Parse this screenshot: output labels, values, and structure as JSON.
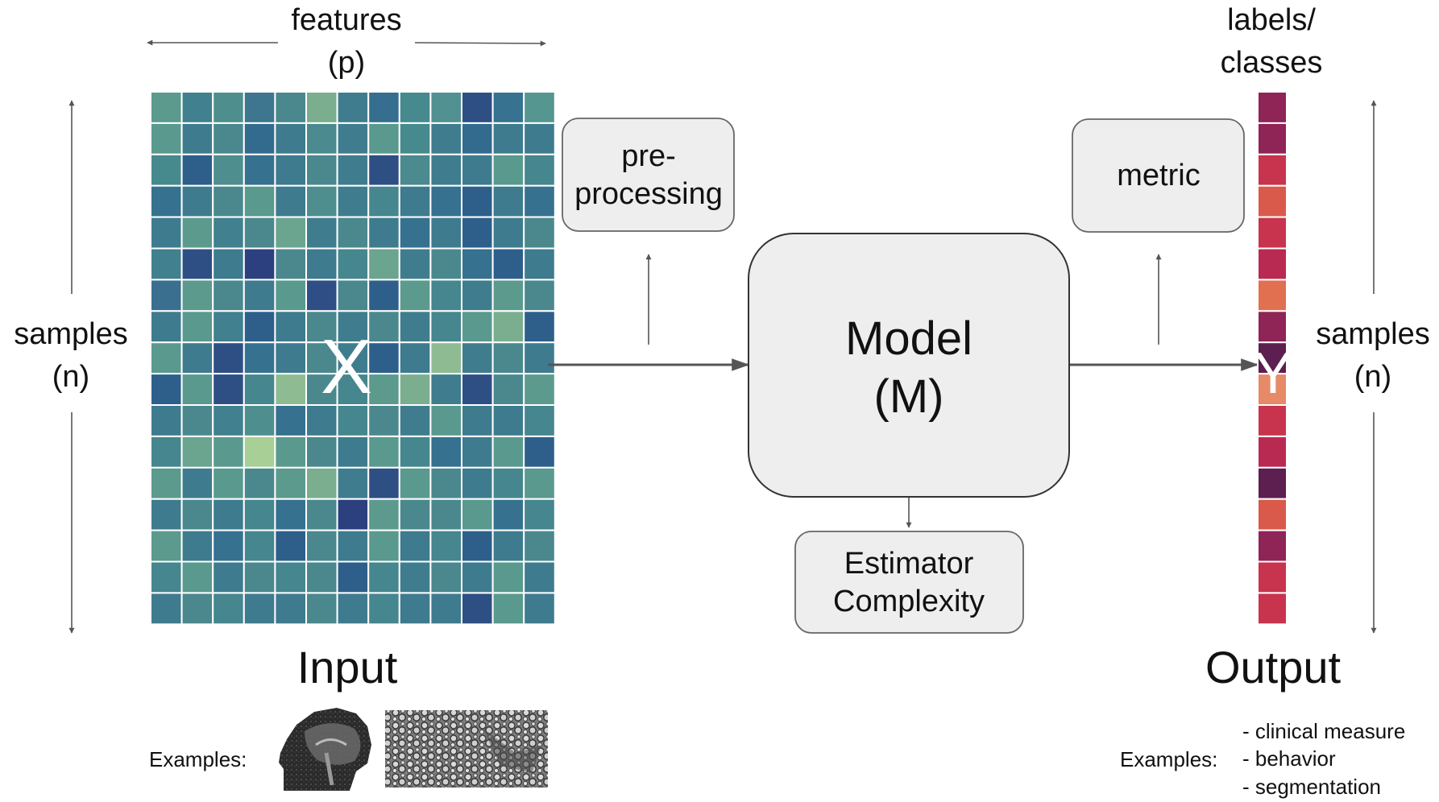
{
  "input_block": {
    "features_line1": "features",
    "features_line2": "(p)",
    "samples_line1": "samples",
    "samples_line2": "(n)",
    "matrix_symbol": "X",
    "title": "Input",
    "examples_label": "Examples:",
    "example_images": [
      "brain-mri-image",
      "tissue-microscopy-image"
    ]
  },
  "preprocessing_box": {
    "line1": "pre-",
    "line2": "processing"
  },
  "model_box": {
    "line1": "Model",
    "line2": "(M)"
  },
  "complexity_box": {
    "line1": "Estimator",
    "line2": "Complexity"
  },
  "metric_box": {
    "label": "metric"
  },
  "output_block": {
    "labels_line1": "labels/",
    "labels_line2": "classes",
    "vector_symbol": "Y",
    "samples_line1": "samples",
    "samples_line2": "(n)",
    "title": "Output",
    "examples_label": "Examples:",
    "examples": [
      "- clinical measure",
      "- behavior",
      "- segmentation"
    ]
  },
  "colors": {
    "arrow": "#555555",
    "box_fill": "#eeeeee",
    "box_stroke": "#666666",
    "x_grid": [
      "#5c9a8d",
      "#41808e",
      "#4e8f8e",
      "#3d768e",
      "#4a888e",
      "#7aae8f",
      "#3f7d8e",
      "#356e8f",
      "#468a8e",
      "#529191",
      "#2e4f84",
      "#377290",
      "#559690",
      "#5a998e",
      "#3e7b8e",
      "#4a888e",
      "#336b8f",
      "#3e7b8e",
      "#4b8a8e",
      "#3f7d8e",
      "#5a998e",
      "#468a8e",
      "#3f7d8e",
      "#336b8f",
      "#3e7b8e",
      "#3e7b8e",
      "#468a8e",
      "#2e5f8b",
      "#4f8e8e",
      "#36718f",
      "#3e7b8e",
      "#4a888e",
      "#3f7d8e",
      "#2e4f84",
      "#4b8a8e",
      "#3f7d8e",
      "#3e7b8e",
      "#5a998e",
      "#46868e",
      "#36718f",
      "#3e7b8e",
      "#4a888e",
      "#5a998e",
      "#3e7b8e",
      "#4f8e8e",
      "#3f7d8e",
      "#46868e",
      "#3e7b8e",
      "#36718f",
      "#2e5f8b",
      "#3e7b8e",
      "#36718f",
      "#3e7b8e",
      "#5c9a8d",
      "#41808e",
      "#4a888e",
      "#6ba48f",
      "#3f7d8e",
      "#4a888e",
      "#3e7b8e",
      "#36718f",
      "#3e7b8e",
      "#2e5f8b",
      "#3e7b8e",
      "#4a888e",
      "#41808e",
      "#2e4f84",
      "#3e7b8e",
      "#2c3f7e",
      "#4a888e",
      "#3e7b8e",
      "#46868e",
      "#6ba48f",
      "#3f7d8e",
      "#4a888e",
      "#36718f",
      "#2e5f8b",
      "#3e7b8e",
      "#3a6f90",
      "#5c9a8d",
      "#4a888e",
      "#3e7b8e",
      "#5a998e",
      "#2f4e86",
      "#4a888e",
      "#2e5f8b",
      "#5c9a8d",
      "#46868e",
      "#3f7d8e",
      "#5c9a8d",
      "#4a888e",
      "#3e7b8e",
      "#5a998e",
      "#41808e",
      "#2e5f8b",
      "#3e7b8e",
      "#4a888e",
      "#3f7d8e",
      "#4a888e",
      "#3f7d8e",
      "#46868e",
      "#5a998e",
      "#7aae8f",
      "#2e5f8b",
      "#5a998e",
      "#3e7b8e",
      "#2e4f84",
      "#36718f",
      "#3e7b8e",
      "#4a888e",
      "#3f7d8e",
      "#2e5f8b",
      "#3e7b8e",
      "#8fbb92",
      "#3f7d8e",
      "#4a888e",
      "#3e7b8e",
      "#2e5f8b",
      "#5a998e",
      "#2e4f84",
      "#46868e",
      "#8fbb92",
      "#4a888e",
      "#46868e",
      "#5c9a8d",
      "#7aae8f",
      "#3f7d8e",
      "#2e4f84",
      "#4a888e",
      "#5c9a8d",
      "#3e7b8e",
      "#4a888e",
      "#41808e",
      "#4f8e8e",
      "#36718f",
      "#3e7b8e",
      "#46868e",
      "#4a888e",
      "#3f7d8e",
      "#5a998e",
      "#3e7b8e",
      "#3e7b8e",
      "#46868e",
      "#46868e",
      "#6ba48f",
      "#5a998e",
      "#a8cf96",
      "#5a998e",
      "#4a888e",
      "#3e7b8e",
      "#5a998e",
      "#46868e",
      "#36718f",
      "#3e7b8e",
      "#5a998e",
      "#2e5f8b",
      "#5c9a8d",
      "#3e7b8e",
      "#5a998e",
      "#4a888e",
      "#5c9a8d",
      "#7aae8f",
      "#3f7d8e",
      "#2e4f84",
      "#5a998e",
      "#4a888e",
      "#3e7b8e",
      "#46868e",
      "#5a998e",
      "#3e7b8e",
      "#4a888e",
      "#3e7b8e",
      "#46868e",
      "#36718f",
      "#4a888e",
      "#2c3f7e",
      "#5c9a8d",
      "#4a888e",
      "#4a888e",
      "#5a998e",
      "#36718f",
      "#46868e",
      "#5c9a8d",
      "#3e7b8e",
      "#36718f",
      "#46868e",
      "#2e5f8b",
      "#4a888e",
      "#3e7b8e",
      "#5a998e",
      "#3e7b8e",
      "#46868e",
      "#2e5f8b",
      "#3e7b8e",
      "#4a888e",
      "#46868e",
      "#5a998e",
      "#3e7b8e",
      "#4a888e",
      "#46868e",
      "#4a888e",
      "#2e5f8b",
      "#46868e",
      "#3f7d8e",
      "#4a888e",
      "#3e7b8e",
      "#5a998e",
      "#3e7b8e",
      "#3e7b8e",
      "#4a888e",
      "#46868e",
      "#3e7b8e",
      "#3e7b8e",
      "#4a888e",
      "#3e7b8e",
      "#46868e",
      "#3e7b8e",
      "#3e7b8e",
      "#2e4f84",
      "#5a998e",
      "#3e7b8e"
    ],
    "y_vector": [
      "#8f2456",
      "#8f2456",
      "#c8334d",
      "#d95a4a",
      "#c8334d",
      "#b92a52",
      "#e07050",
      "#8f2456",
      "#5c1f4f",
      "#e68a68",
      "#c8334d",
      "#b92a52",
      "#5c1f4f",
      "#d95a4a",
      "#8f2456",
      "#c8334d",
      "#c8334d"
    ]
  }
}
